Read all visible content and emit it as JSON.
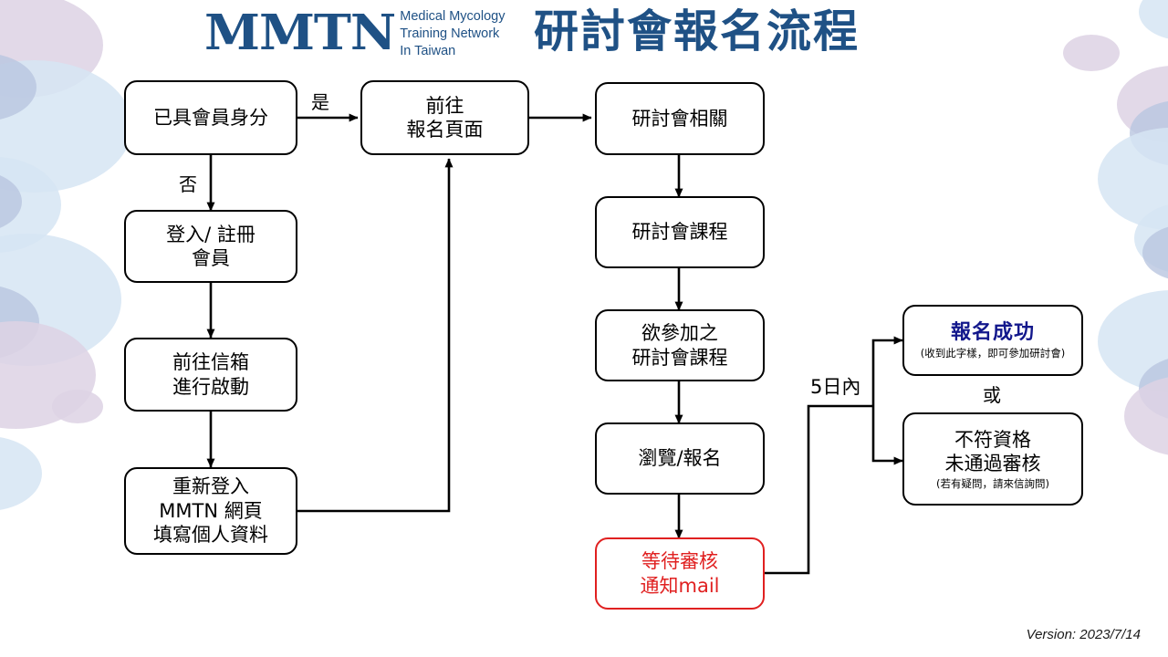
{
  "header": {
    "logo_mark": "MMTN",
    "logo_tagline_line1": "Medical Mycology",
    "logo_tagline_line2": "Training Network",
    "logo_tagline_line3": "In Taiwan",
    "title": "研討會報名流程",
    "brand_color": "#1f5185"
  },
  "flow": {
    "nodes": [
      {
        "id": "member-status",
        "line1": "已具會員身分"
      },
      {
        "id": "login-register",
        "line1": "登入/ 註冊",
        "line2": "會員"
      },
      {
        "id": "go-mailbox",
        "line1": "前往信箱",
        "line2": "進行啟動"
      },
      {
        "id": "relogin-profile",
        "line1": "重新登入",
        "line2": "MMTN 網頁",
        "line3": "填寫個人資料"
      },
      {
        "id": "go-signup-page",
        "line1": "前往",
        "line2": "報名頁面"
      },
      {
        "id": "seminar-related",
        "line1": "研討會相關"
      },
      {
        "id": "seminar-course",
        "line1": "研討會課程"
      },
      {
        "id": "desired-course",
        "line1": "欲參加之",
        "line2": "研討會課程"
      },
      {
        "id": "browse-signup",
        "line1": "瀏覽/報名"
      },
      {
        "id": "await-review",
        "line1": "等待審核",
        "line2": "通知mail",
        "color": "#e02020"
      },
      {
        "id": "signup-success",
        "line1": "報名成功",
        "sub": "(收到此字樣，即可參加研討會)",
        "highlight_color": "#13188c"
      },
      {
        "id": "not-qualified",
        "line1": "不符資格",
        "line2": "未通過審核",
        "sub": "(若有疑問，請來信詢問)"
      }
    ],
    "labels": {
      "yes": "是",
      "no": "否",
      "within_five_days": "5日內",
      "or": "或"
    }
  },
  "footer": {
    "version": "Version: 2023/7/14"
  }
}
